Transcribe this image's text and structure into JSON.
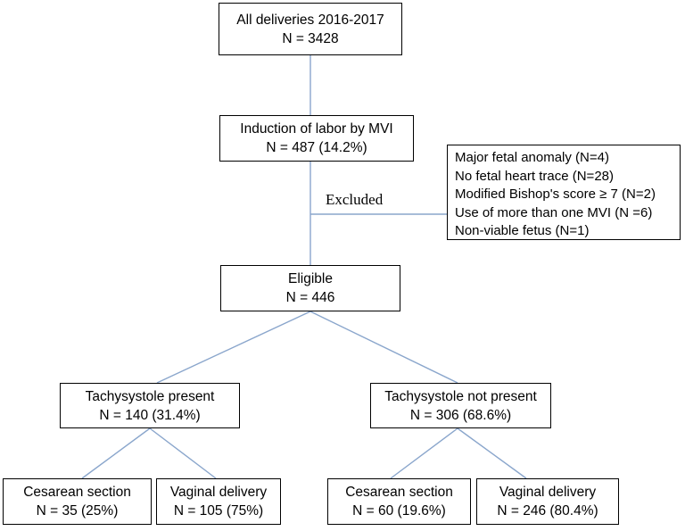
{
  "nodes": {
    "all": {
      "line1": "All deliveries 2016-2017",
      "line2": "N = 3428"
    },
    "induction": {
      "line1": "Induction of labor by MVI",
      "line2": "N = 487 (14.2%)"
    },
    "eligible": {
      "line1": "Eligible",
      "line2": "N = 446"
    },
    "tachy_present": {
      "line1": "Tachysystole present",
      "line2": "N = 140 (31.4%)"
    },
    "tachy_not_present": {
      "line1": "Tachysystole not present",
      "line2": "N = 306 (68.6%)"
    },
    "cs_present": {
      "line1": "Cesarean section",
      "line2": "N = 35 (25%)"
    },
    "vd_present": {
      "line1": "Vaginal delivery",
      "line2": "N = 105 (75%)"
    },
    "cs_not_present": {
      "line1": "Cesarean section",
      "line2": "N = 60 (19.6%)"
    },
    "vd_not_present": {
      "line1": "Vaginal delivery",
      "line2": "N = 246 (80.4%)"
    }
  },
  "excluded": {
    "label": "Excluded",
    "items": [
      "Major fetal anomaly (N=4)",
      "No fetal heart trace (N=28)",
      "Modified Bishop's score ≥ 7 (N=2)",
      "Use of more than one MVI (N =6)",
      "Non-viable fetus (N=1)"
    ]
  },
  "colors": {
    "connector": "#8aa6cc",
    "border": "#000000"
  }
}
